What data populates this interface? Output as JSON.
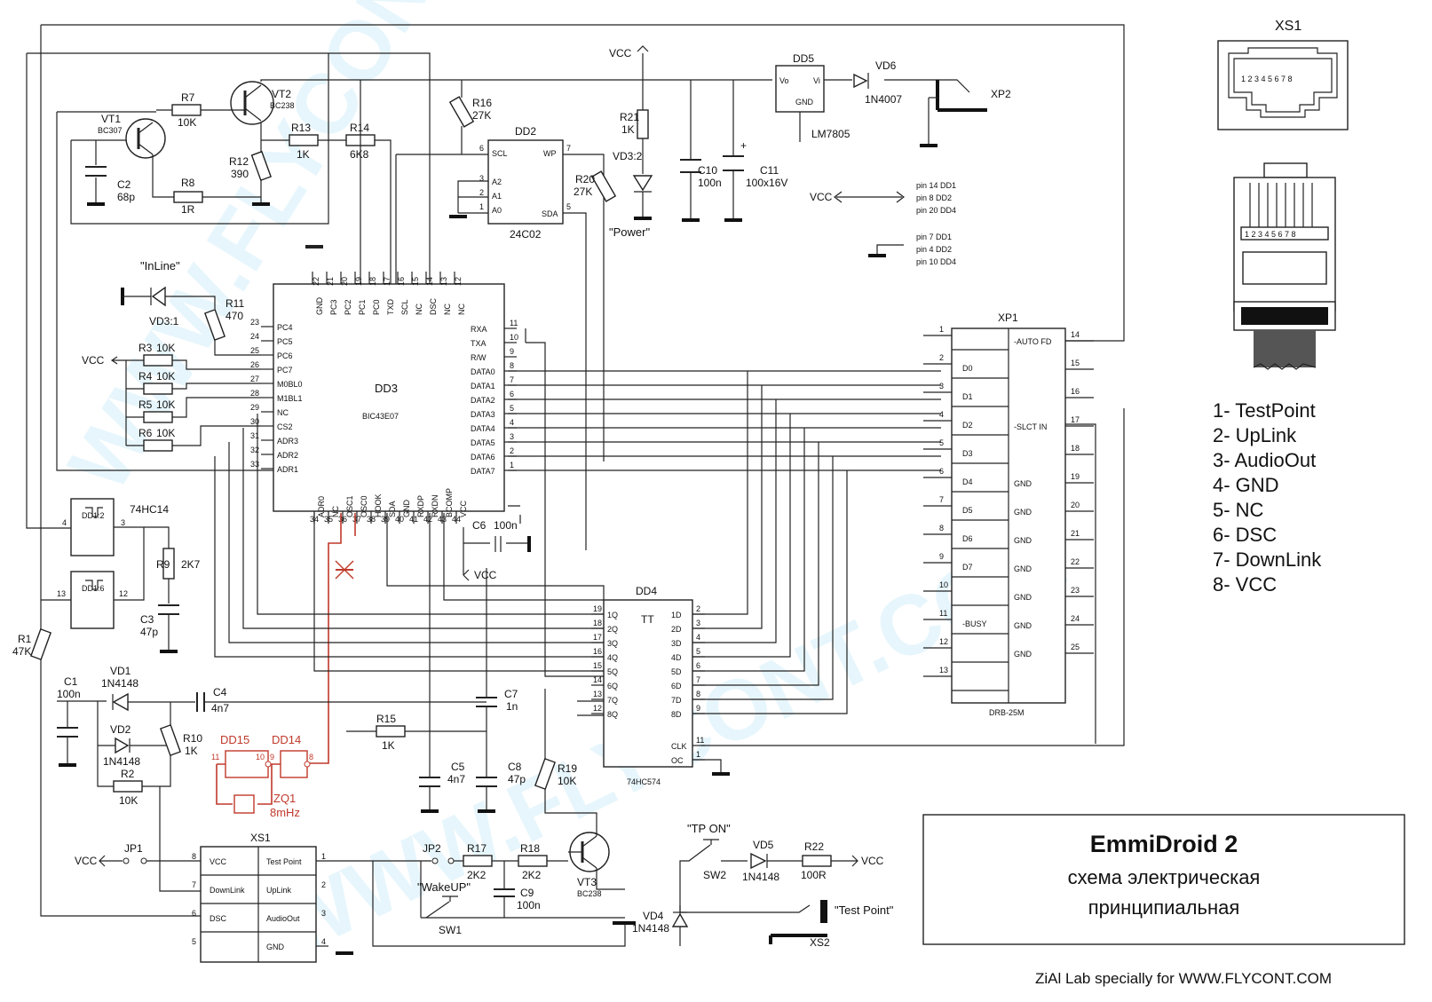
{
  "title": {
    "main": "EmmiDroid 2",
    "line1": "схема электрическая",
    "line2": "принципиальная"
  },
  "credit": "ZiAl Lab specially for WWW.FLYCONT.COM",
  "watermark": "WWW.FLYCONT.COM",
  "connector_xs1_top": {
    "label": "XS1",
    "pins_socket": "1 2 3 4 5 6 7 8",
    "pins_plug": "1 2 3 4 5 6 7 8"
  },
  "legend": [
    {
      "text": "1- TestPoint",
      "color": "#111111"
    },
    {
      "text": "2- UpLink",
      "color": "#111111"
    },
    {
      "text": "3- AudioOut",
      "color": "#111111"
    },
    {
      "text": "4- GND",
      "color": "#111111"
    },
    {
      "text": "5- NC",
      "color": "#2b7a9e"
    },
    {
      "text": "6- DSC",
      "color": "#111111"
    },
    {
      "text": "7- DownLink",
      "color": "#111111"
    },
    {
      "text": "8- VCC",
      "color": "#111111"
    }
  ],
  "power_note": {
    "vcc": "VCC",
    "vcc_pins": [
      "pin 14 DD1",
      "pin 8  DD2",
      "pin 20 DD4"
    ],
    "gnd_pins": [
      "pin 7 DD1",
      "pin 4  DD2",
      "pin 10 DD4"
    ]
  },
  "dd3": {
    "ref": "DD3",
    "part": "BIC43E07",
    "top_pins": [
      {
        "num": "22",
        "name": "GND"
      },
      {
        "num": "21",
        "name": "PC3"
      },
      {
        "num": "20",
        "name": "PC2"
      },
      {
        "num": "19",
        "name": "PC1"
      },
      {
        "num": "18",
        "name": "PC0"
      },
      {
        "num": "17",
        "name": "TXD"
      },
      {
        "num": "16",
        "name": "SCL"
      },
      {
        "num": "15",
        "name": "NC"
      },
      {
        "num": "14",
        "name": "DSC"
      },
      {
        "num": "13",
        "name": "NC"
      },
      {
        "num": "12",
        "name": "NC"
      }
    ],
    "left_pins": [
      {
        "num": "23",
        "name": "PC4"
      },
      {
        "num": "24",
        "name": "PC5"
      },
      {
        "num": "25",
        "name": "PC6"
      },
      {
        "num": "26",
        "name": "PC7"
      },
      {
        "num": "27",
        "name": "M0BL0"
      },
      {
        "num": "28",
        "name": "M1BL1"
      },
      {
        "num": "29",
        "name": "NC"
      },
      {
        "num": "30",
        "name": "CS2"
      },
      {
        "num": "31",
        "name": "ADR3"
      },
      {
        "num": "32",
        "name": "ADR2"
      },
      {
        "num": "33",
        "name": "ADR1"
      }
    ],
    "right_pins": [
      {
        "num": "11",
        "name": "RXA"
      },
      {
        "num": "10",
        "name": "TXA"
      },
      {
        "num": "9",
        "name": "R/W"
      },
      {
        "num": "8",
        "name": "DATA0"
      },
      {
        "num": "7",
        "name": "DATA1"
      },
      {
        "num": "6",
        "name": "DATA2"
      },
      {
        "num": "5",
        "name": "DATA3"
      },
      {
        "num": "4",
        "name": "DATA4"
      },
      {
        "num": "3",
        "name": "DATA5"
      },
      {
        "num": "2",
        "name": "DATA6"
      },
      {
        "num": "1",
        "name": "DATA7"
      }
    ],
    "bottom_pins": [
      {
        "num": "34",
        "name": "ADR0"
      },
      {
        "num": "35",
        "name": "NC"
      },
      {
        "num": "36",
        "name": "OSC1"
      },
      {
        "num": "37",
        "name": "OSC0"
      },
      {
        "num": "38",
        "name": "HOOK"
      },
      {
        "num": "39",
        "name": "SDA"
      },
      {
        "num": "40",
        "name": "GND"
      },
      {
        "num": "41",
        "name": "RXDP"
      },
      {
        "num": "42",
        "name": "RXDN"
      },
      {
        "num": "43",
        "name": "BCOMP"
      },
      {
        "num": "44",
        "name": "VCC"
      }
    ]
  },
  "dd2": {
    "ref": "DD2",
    "part": "24C02",
    "left": [
      {
        "num": "6",
        "name": "SCL"
      },
      {
        "num": "3",
        "name": "A2"
      },
      {
        "num": "2",
        "name": "A1"
      },
      {
        "num": "1",
        "name": "A0"
      }
    ],
    "right": [
      {
        "num": "7",
        "name": "WP"
      },
      {
        "num": "5",
        "name": "SDA"
      }
    ]
  },
  "dd4": {
    "ref": "DD4",
    "part": "74HC574",
    "tag": "TT",
    "left": [
      {
        "num": "19",
        "name": "1Q"
      },
      {
        "num": "18",
        "name": "2Q"
      },
      {
        "num": "17",
        "name": "3Q"
      },
      {
        "num": "16",
        "name": "4Q"
      },
      {
        "num": "15",
        "name": "5Q"
      },
      {
        "num": "14",
        "name": "6Q"
      },
      {
        "num": "13",
        "name": "7Q"
      },
      {
        "num": "12",
        "name": "8Q"
      }
    ],
    "right": [
      {
        "num": "2",
        "name": "1D"
      },
      {
        "num": "3",
        "name": "2D"
      },
      {
        "num": "4",
        "name": "3D"
      },
      {
        "num": "5",
        "name": "4D"
      },
      {
        "num": "6",
        "name": "5D"
      },
      {
        "num": "7",
        "name": "6D"
      },
      {
        "num": "8",
        "name": "7D"
      },
      {
        "num": "9",
        "name": "8D"
      },
      {
        "num": "11",
        "name": "CLK"
      },
      {
        "num": "1",
        "name": "OC"
      }
    ]
  },
  "dd5": {
    "ref": "DD5",
    "part": "LM7805",
    "vo": "Vo",
    "vi": "Vi",
    "gnd": "GND"
  },
  "xp1": {
    "ref": "XP1",
    "part": "DRB-25M",
    "left": [
      {
        "num": "1",
        "name": ""
      },
      {
        "num": "2",
        "name": "D0"
      },
      {
        "num": "3",
        "name": "D1"
      },
      {
        "num": "4",
        "name": "D2"
      },
      {
        "num": "5",
        "name": "D3"
      },
      {
        "num": "6",
        "name": "D4"
      },
      {
        "num": "7",
        "name": "D5"
      },
      {
        "num": "8",
        "name": "D6"
      },
      {
        "num": "9",
        "name": "D7"
      },
      {
        "num": "10",
        "name": ""
      },
      {
        "num": "11",
        "name": "-BUSY"
      },
      {
        "num": "12",
        "name": ""
      },
      {
        "num": "13",
        "name": ""
      }
    ],
    "right": [
      {
        "num": "14",
        "name": "-AUTO FD"
      },
      {
        "num": "15",
        "name": ""
      },
      {
        "num": "16",
        "name": ""
      },
      {
        "num": "17",
        "name": "-SLCT IN"
      },
      {
        "num": "18",
        "name": ""
      },
      {
        "num": "19",
        "name": "GND"
      },
      {
        "num": "20",
        "name": "GND"
      },
      {
        "num": "21",
        "name": "GND"
      },
      {
        "num": "22",
        "name": "GND"
      },
      {
        "num": "23",
        "name": "GND"
      },
      {
        "num": "24",
        "name": "GND"
      },
      {
        "num": "25",
        "name": "GND"
      }
    ]
  },
  "xs1": {
    "ref": "XS1",
    "rows": [
      {
        "l": "8",
        "lname": "VCC",
        "rname": "Test Point",
        "r": "1"
      },
      {
        "l": "7",
        "lname": "DownLink",
        "rname": "UpLink",
        "r": "2"
      },
      {
        "l": "6",
        "lname": "DSC",
        "rname": "AudioOut",
        "r": "3"
      },
      {
        "l": "5",
        "lname": "",
        "rname": "GND",
        "r": "4"
      }
    ]
  },
  "dd1": {
    "dd1_2": {
      "ref": "DD1:2",
      "part": "74HC14",
      "in": "4",
      "out": "3"
    },
    "dd1_6": {
      "ref": "DD1:6",
      "in": "13",
      "out": "12"
    }
  },
  "parts": {
    "vt1": {
      "ref": "VT1",
      "part": "BC307"
    },
    "vt2": {
      "ref": "VT2",
      "part": "BC238"
    },
    "vt3": {
      "ref": "VT3",
      "part": "BC238"
    },
    "r7": {
      "ref": "R7",
      "val": "10K"
    },
    "r8": {
      "ref": "R8",
      "val": "1R"
    },
    "r12": {
      "ref": "R12",
      "val": "390"
    },
    "r13": {
      "ref": "R13",
      "val": "1K"
    },
    "r14": {
      "ref": "R14",
      "val": "6K8"
    },
    "r16": {
      "ref": "R16",
      "val": "27K"
    },
    "r20": {
      "ref": "R20",
      "val": "27K"
    },
    "r21": {
      "ref": "R21",
      "val": "1K"
    },
    "r11": {
      "ref": "R11",
      "val": "470"
    },
    "r3": {
      "ref": "R3",
      "val": "10K"
    },
    "r4": {
      "ref": "R4",
      "val": "10K"
    },
    "r5": {
      "ref": "R5",
      "val": "10K"
    },
    "r6": {
      "ref": "R6",
      "val": "10K"
    },
    "r9": {
      "ref": "R9",
      "val": "2K7"
    },
    "r1": {
      "ref": "R1",
      "val": "47K"
    },
    "r10": {
      "ref": "R10",
      "val": "1K"
    },
    "r2": {
      "ref": "R2",
      "val": "10K"
    },
    "r15": {
      "ref": "R15",
      "val": "1K"
    },
    "r17": {
      "ref": "R17",
      "val": "2K2"
    },
    "r18": {
      "ref": "R18",
      "val": "2K2"
    },
    "r19": {
      "ref": "R19",
      "val": "10K"
    },
    "r22": {
      "ref": "R22",
      "val": "100R"
    },
    "c2": {
      "ref": "C2",
      "val": "68p"
    },
    "c10": {
      "ref": "C10",
      "val": "100n"
    },
    "c11": {
      "ref": "C11",
      "val": "100x16V"
    },
    "c6": {
      "ref": "C6",
      "val": "100n"
    },
    "c3": {
      "ref": "C3",
      "val": "47p"
    },
    "c1": {
      "ref": "C1",
      "val": "100n"
    },
    "c4": {
      "ref": "C4",
      "val": "4n7"
    },
    "c7": {
      "ref": "C7",
      "val": "1n"
    },
    "c5": {
      "ref": "C5",
      "val": "4n7"
    },
    "c8": {
      "ref": "C8",
      "val": "47p"
    },
    "c9": {
      "ref": "C9",
      "val": "100n"
    },
    "vd1": {
      "ref": "VD1",
      "val": "1N4148"
    },
    "vd2": {
      "ref": "VD2",
      "val": "1N4148"
    },
    "vd4": {
      "ref": "VD4",
      "val": "1N4148"
    },
    "vd5": {
      "ref": "VD5",
      "val": "1N4148"
    },
    "vd6": {
      "ref": "VD6",
      "val": "1N4007"
    },
    "vd3_1": {
      "ref": "VD3:1",
      "tag": "\"InLine\""
    },
    "vd3_2": {
      "ref": "VD3:2",
      "tag": "\"Power\""
    },
    "xp2": {
      "ref": "XP2"
    },
    "xs2": {
      "ref": "XS2",
      "tag": "\"Test Point\""
    },
    "jp1": {
      "ref": "JP1"
    },
    "jp2": {
      "ref": "JP2"
    },
    "sw1": {
      "ref": "SW1",
      "tag": "\"WakeUP\""
    },
    "sw2": {
      "ref": "SW2",
      "tag": "\"TP ON\""
    },
    "dd14": {
      "ref": "DD14"
    },
    "dd15": {
      "ref": "DD15"
    },
    "zq1": {
      "ref": "ZQ1",
      "val": "8mHz"
    },
    "dd15_pins": {
      "a": "11",
      "b": "10"
    },
    "dd14_pins": {
      "a": "9",
      "b": "8"
    },
    "vcc": "VCC"
  }
}
